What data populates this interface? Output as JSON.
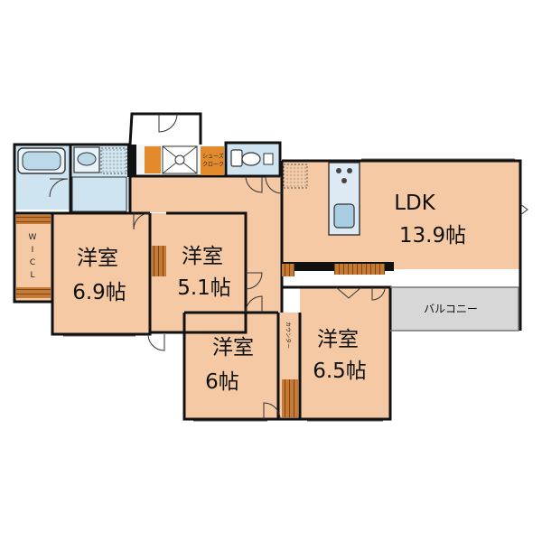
{
  "colors": {
    "room_fill": "#f4c9a4",
    "wet_fill": "#cfe4f1",
    "balcony_fill": "#d7d7d7",
    "wall": "#111111",
    "storage": "#b06a2a",
    "closet_orange": "#e38b2c"
  },
  "rooms": {
    "ldk": {
      "name": "LDK",
      "size": "13.9帖"
    },
    "western_1": {
      "name": "洋室",
      "size": "6.9帖"
    },
    "western_2": {
      "name": "洋室",
      "size": "5.1帖"
    },
    "western_3": {
      "name": "洋室",
      "size": "6帖"
    },
    "western_4": {
      "name": "洋室",
      "size": "6.5帖"
    }
  },
  "labels": {
    "balcony": "バルコニー",
    "wicl": [
      "W",
      "I",
      "C",
      "L"
    ],
    "shoes_closet": [
      "シューズ",
      "クローク"
    ],
    "counter": "カウンター"
  },
  "icons": [
    "bathtub-icon",
    "washbasin-icon",
    "washing-machine-icon",
    "toilet-icon",
    "kitchen-stove-icon",
    "kitchen-sink-icon",
    "fridge-space-icon"
  ]
}
